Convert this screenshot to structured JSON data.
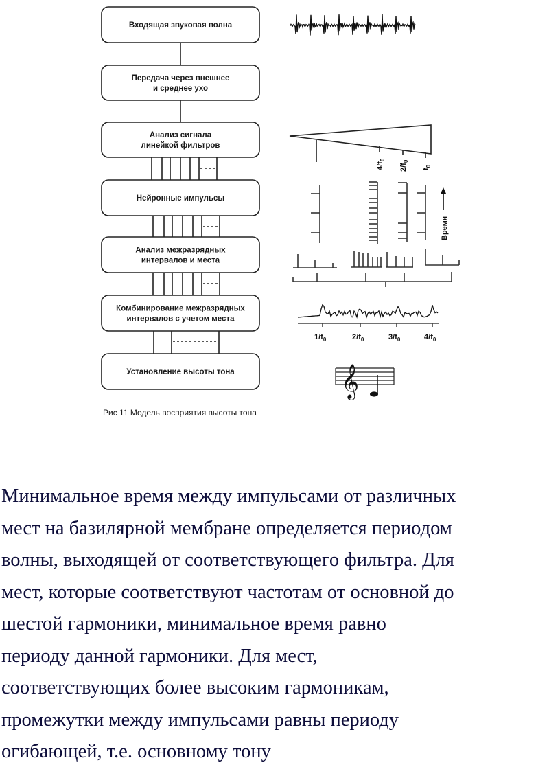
{
  "diagram": {
    "boxes": [
      {
        "lines": [
          "Входящая звуковая волна"
        ]
      },
      {
        "lines": [
          "Передача через внешнее",
          "и среднее ухо"
        ]
      },
      {
        "lines": [
          "Анализ сигнала",
          "линейкой фильтров"
        ]
      },
      {
        "lines": [
          "Нейронные импульсы"
        ]
      },
      {
        "lines": [
          "Анализ межразрядных",
          "интервалов и места"
        ]
      },
      {
        "lines": [
          "Комбинирование межразрядных",
          "интервалов с учетом места"
        ]
      },
      {
        "lines": [
          "Установление высоты тона"
        ]
      }
    ],
    "caption": "Рис 11 Модель восприятия высоты тона",
    "filter_labels": [
      "4/f",
      "2/f",
      "f"
    ],
    "filter_subscript": "0",
    "time_label": "Время",
    "axis_labels": [
      "1/f",
      "2/f",
      "3/f",
      "4/f"
    ],
    "axis_subscript": "0",
    "icons": {
      "waveform": "sound-wave-icon",
      "music": "treble-clef-note-icon"
    }
  },
  "paragraph": {
    "lines": [
      "Минимальное время между импульсами от различных",
      "мест на базилярной мембране определяется периодом",
      "волны, выходящей от соответствующего фильтра. Для",
      "мест, которые соответствуют частотам от основной до",
      "шестой гармоники, минимальное время равно",
      "периоду данной гармоники. Для мест,",
      "соответствующих более высоким гармоникам,",
      "промежутки между импульсами равны периоду",
      "огибающей, т.е. основному тону"
    ]
  }
}
